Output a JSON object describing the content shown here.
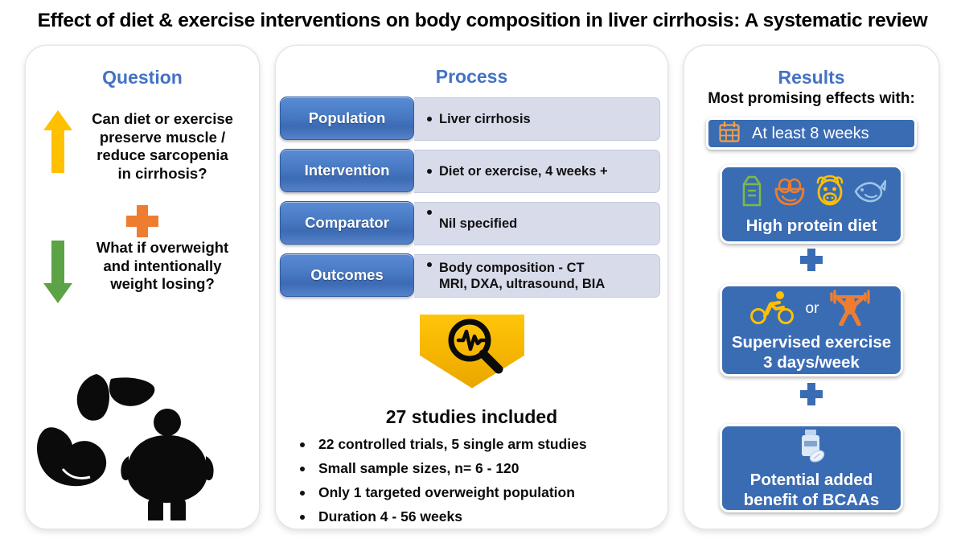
{
  "title": "Effect of diet & exercise interventions on body composition in liver cirrhosis: A systematic review",
  "colors": {
    "heading_blue": "#4472C4",
    "card_blue": "#3A6CB4",
    "pico_blue": "#4A7CC6",
    "pico_content_bg": "#D7DBEA",
    "orange": "#ED7D31",
    "yellow": "#FFC000",
    "green": "#5BA345",
    "shield_gold": "#F0B400"
  },
  "question": {
    "heading": "Question",
    "up_arrow_icon": "up-arrow-icon",
    "down_arrow_icon": "down-arrow-icon",
    "plus_icon": "plus-icon",
    "text_top": "Can diet or exercise\npreserve muscle /\nreduce sarcopenia\nin cirrhosis?",
    "text_bottom": "What if overweight\nand intentionally\nweight losing?",
    "silhouette_icons": [
      "liver-silhouette-icon",
      "flexed-bicep-silhouette-icon",
      "obese-person-silhouette-icon"
    ]
  },
  "process": {
    "heading": "Process",
    "pico": [
      {
        "label": "Population",
        "text": "Liver cirrhosis"
      },
      {
        "label": "Intervention",
        "text": "Diet or exercise, 4 weeks +"
      },
      {
        "label": "Comparator",
        "text": "Nil specified"
      },
      {
        "label": "Outcomes",
        "text": "Body composition  - CT\nMRI, DXA, ultrasound,  BIA"
      }
    ],
    "shield_icon": "magnifier-ecg-shield-icon",
    "findings_heading": "27 studies included",
    "findings": [
      "22 controlled trials, 5 single arm studies",
      "Small sample sizes, n= 6 - 120",
      "Only 1 targeted overweight population",
      "Duration 4 - 56 weeks"
    ]
  },
  "results": {
    "heading": "Results",
    "subheading": "Most promising effects with:",
    "weeks_card": {
      "label": "At least 8 weeks",
      "icon": "calendar-icon"
    },
    "protein_card": {
      "label": "High protein diet",
      "icons": [
        "milk-carton-icon",
        "egg-bowl-icon",
        "cow-head-icon",
        "fish-icon"
      ]
    },
    "exercise_card": {
      "label": "Supervised exercise\n3 days/week",
      "connector": "or",
      "icons": [
        "cyclist-icon",
        "weightlifter-icon"
      ]
    },
    "bcaa_card": {
      "label": "Potential added\nbenefit of BCAAs",
      "icon": "pill-bottle-icon"
    },
    "plus_icon": "plus-icon"
  }
}
